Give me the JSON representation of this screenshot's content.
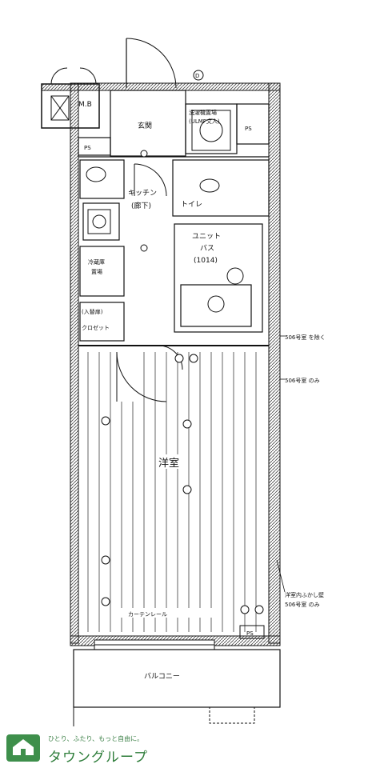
{
  "labels": {
    "mb": "M.B",
    "ps_left": "PS",
    "entrance": "玄関",
    "washer_top": "洗濯機置場",
    "washer_bottom": "(ULMF文人)",
    "ps_right": "PS",
    "kitchen": "キッチン",
    "corridor": "(廊下)",
    "toilet": "トイレ",
    "unit": "ユニット",
    "bath": "バス",
    "bath_size": "(1014)",
    "fridge_top": "冷蔵庫",
    "fridge_bottom": "置場",
    "closet_top": "(入替扉)",
    "closet_bottom": "クロゼット",
    "note_506_a": "506号室 を除く",
    "note_506_b": "506号室 のみ",
    "western_room": "洋室",
    "curtain_rail": "カーテンレール",
    "note_room_top": "洋室内ふかし壁",
    "note_room_bottom": "506号室 のみ",
    "ps_bottom": "PS",
    "balcony": "バルコニー",
    "compass": "D"
  },
  "logo": {
    "tagline": "ひとり、ふたり、もっと自由に。",
    "name": "タウングループ",
    "color": "#2e7d3a"
  }
}
